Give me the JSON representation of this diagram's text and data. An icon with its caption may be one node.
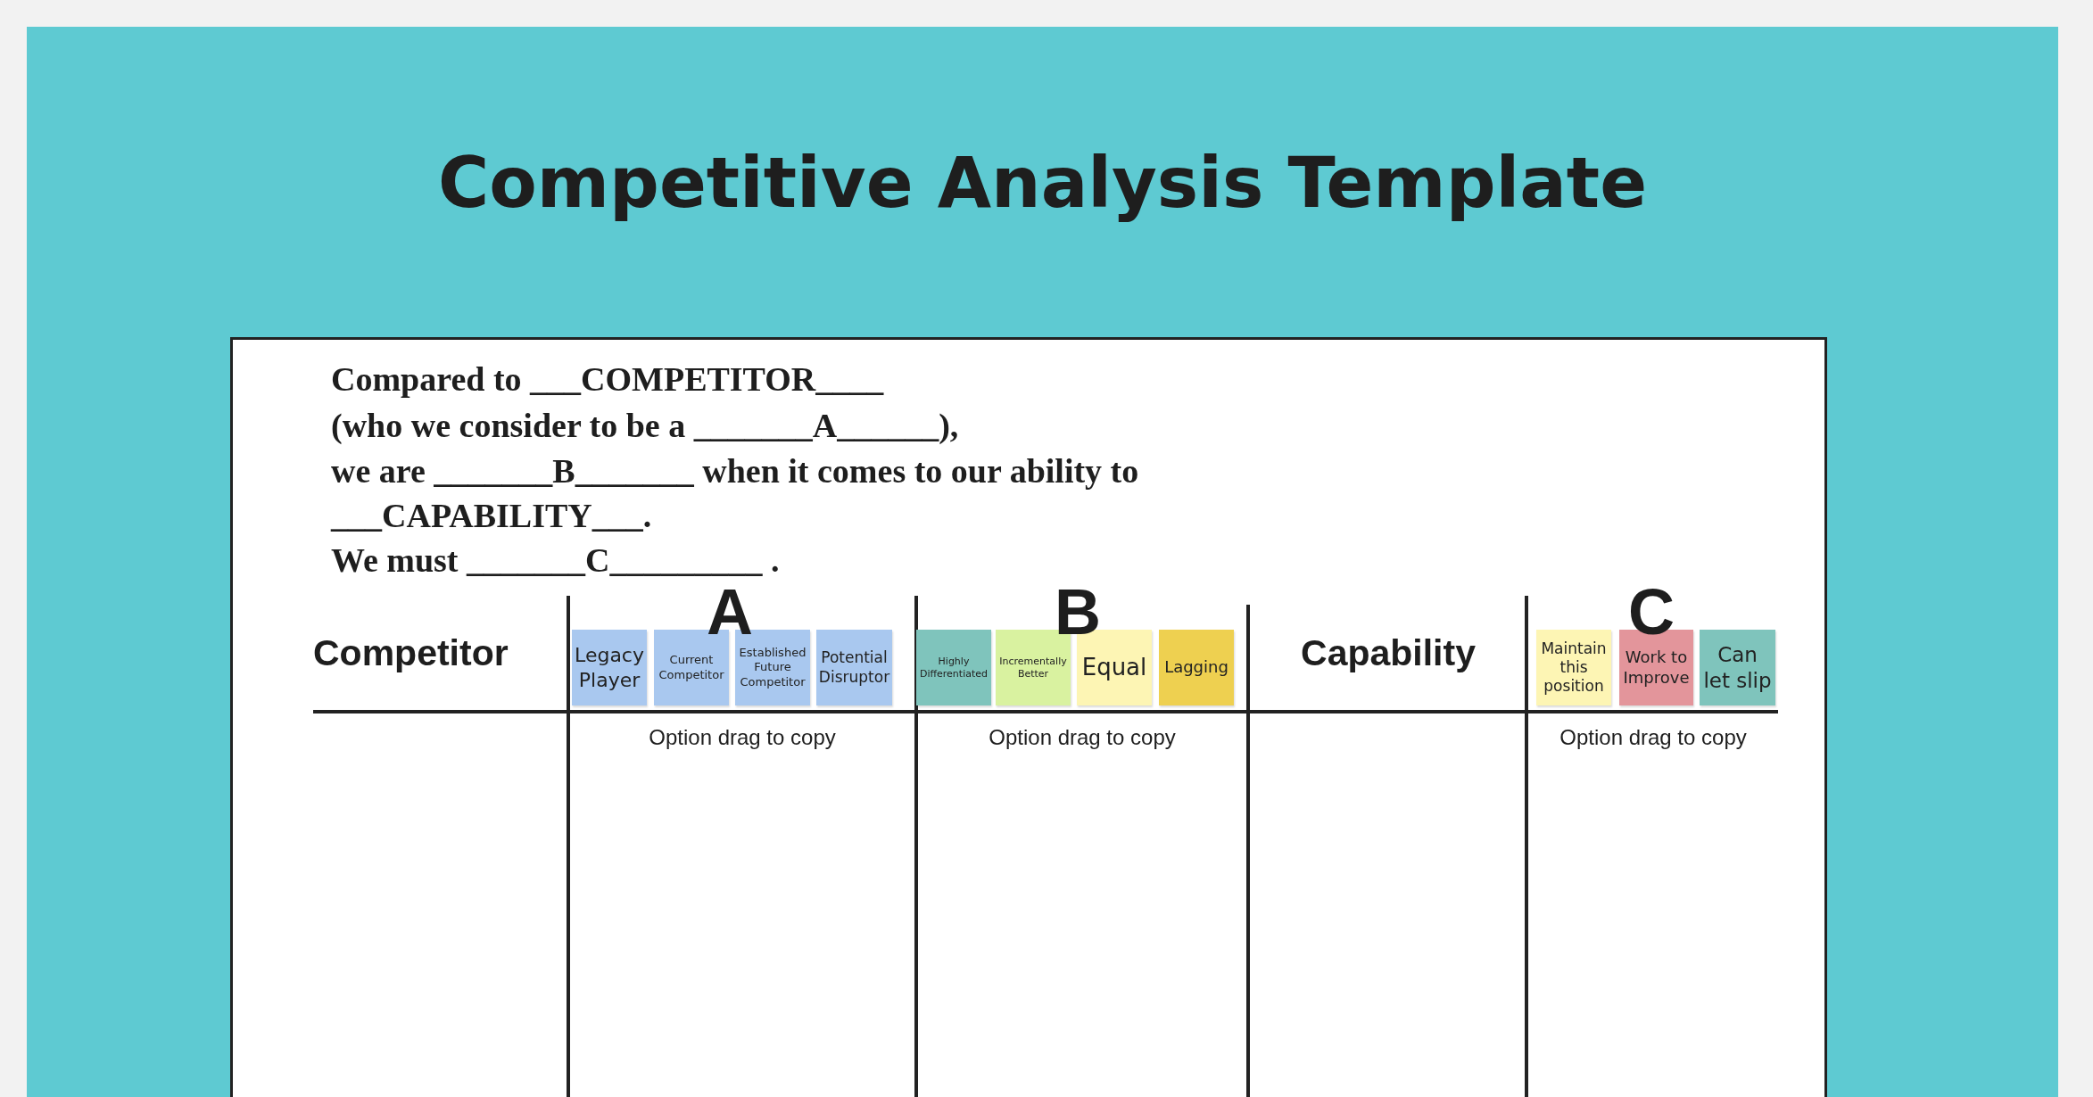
{
  "diagram": {
    "title": "Competitive Analysis Template",
    "nodes": [
      {
        "text": [
          "Legacy Player"
        ]
      },
      {
        "text": [
          "Current Competitor"
        ]
      },
      {
        "text": [
          "Established Future Competitor"
        ]
      },
      {
        "text": [
          "Potential Disruptor"
        ]
      },
      {
        "text": [
          "Highly Differentiated"
        ]
      },
      {
        "text": [
          "Incrementally Better"
        ]
      },
      {
        "text": [
          "Equal"
        ]
      },
      {
        "text": [
          "Lagging"
        ]
      },
      {
        "text": [
          "Maintain this position"
        ]
      },
      {
        "text": [
          "Work to Improve"
        ]
      },
      {
        "text": [
          "Can let slip"
        ]
      }
    ],
    "labels": [
      "Compared to ___COMPETITOR____",
      "(who we consider to be a _______A______),",
      "we are _______B_______ when it comes to our ability to",
      "___CAPABILITY___.",
      "We must _______C_________ .",
      "Competitor",
      "A",
      "B",
      "Capability",
      "C",
      "Option drag to copy",
      "Option drag to copy",
      "Option drag to copy"
    ]
  }
}
